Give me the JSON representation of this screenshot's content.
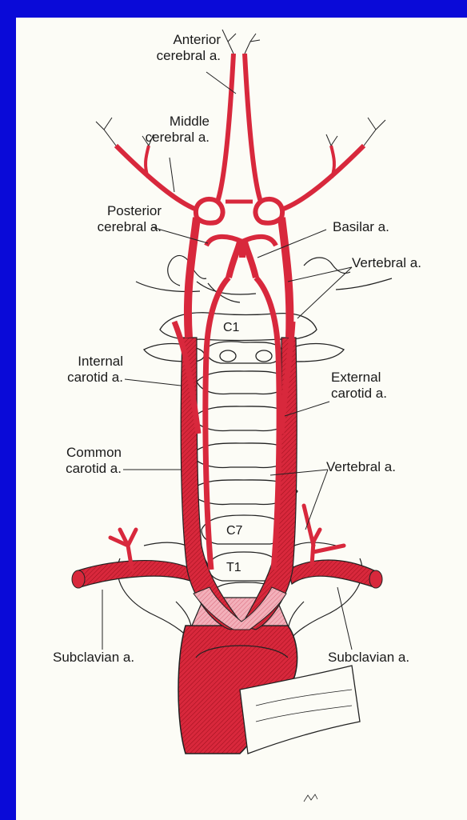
{
  "colors": {
    "background": "#0a0ad8",
    "panel": "#fcfcf6",
    "artery": "#d8283c",
    "artery_dark": "#a0101e",
    "vein_pink": "#f2a6b2",
    "outline": "#222222"
  },
  "labels": {
    "anterior_cerebral": "Anterior\ncerebral a.",
    "middle_cerebral": "Middle\ncerebral a.",
    "posterior_cerebral": "Posterior\ncerebral a.",
    "basilar": "Basilar a.",
    "vertebral_top": "Vertebral a.",
    "internal_carotid": "Internal\ncarotid a.",
    "external_carotid": "External\ncarotid a.",
    "common_carotid": "Common\ncarotid a.",
    "vertebral_bottom": "Vertebral a.",
    "subclavian_left": "Subclavian a.",
    "subclavian_right": "Subclavian a."
  },
  "vertebra_labels": {
    "c1": "C1",
    "c7": "C7",
    "t1": "T1"
  }
}
